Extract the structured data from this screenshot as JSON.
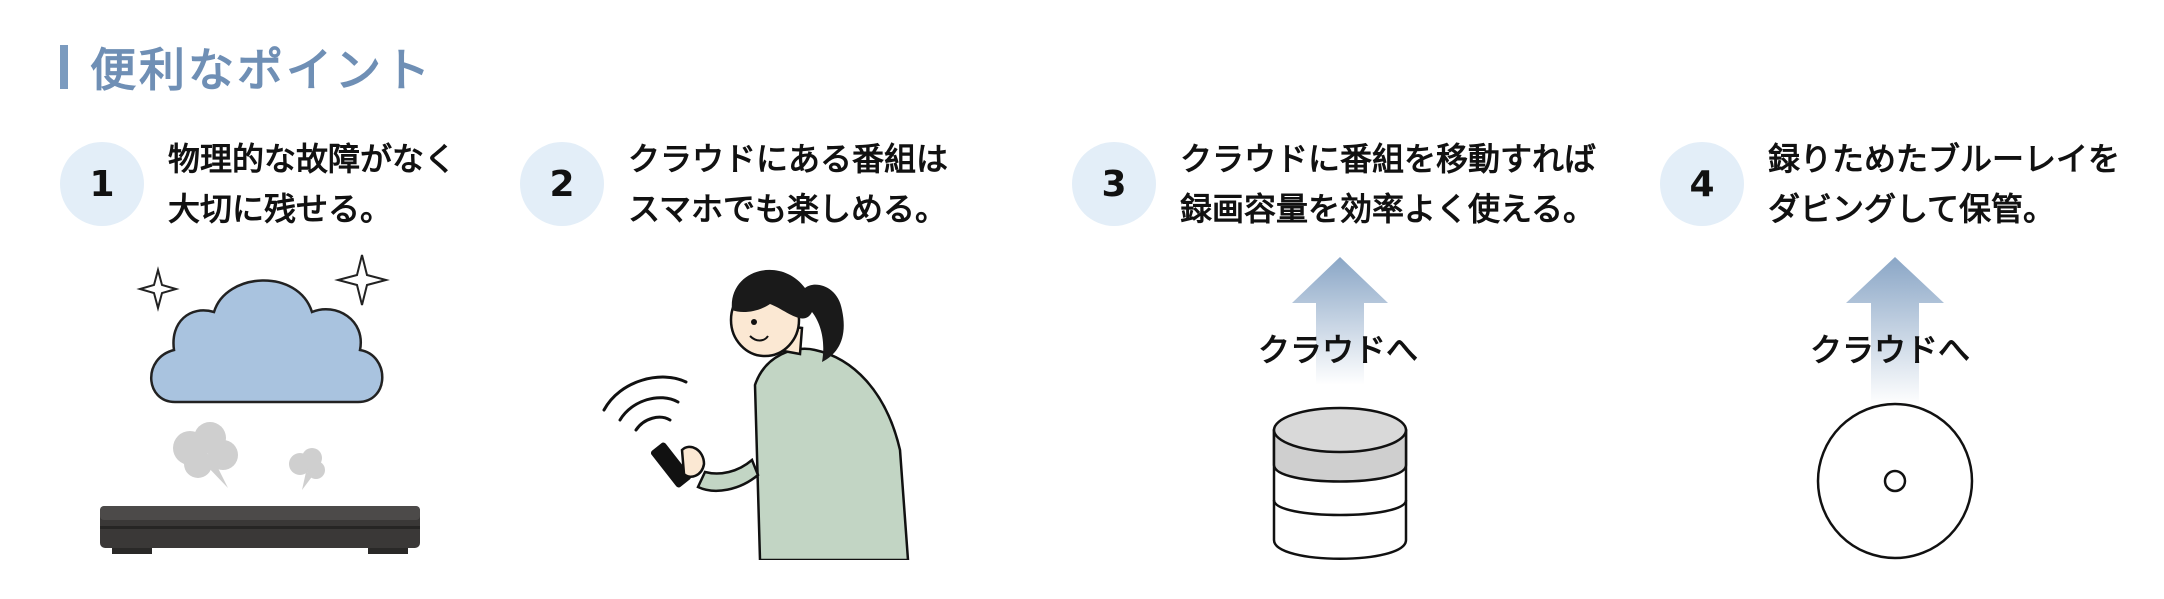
{
  "section_title": "便利なポイント",
  "points": [
    {
      "number": "1",
      "line1": "物理的な故障がなく",
      "line2": "大切に残せる。"
    },
    {
      "number": "2",
      "line1": "クラウドにある番組は",
      "line2": "スマホでも楽しめる。"
    },
    {
      "number": "3",
      "line1": "クラウドに番組を移動すれば",
      "line2": "録画容量を効率よく使える。"
    },
    {
      "number": "4",
      "line1": "録りためたブルーレイを",
      "line2": "ダビングして保管。"
    }
  ],
  "arrow_label_3": "クラウドへ",
  "arrow_label_4": "クラウドへ",
  "colors": {
    "accent": "#7b9bbf",
    "circle_bg": "#e3eef8",
    "cloud": "#a9c3df",
    "shirt": "#c2d5c4"
  }
}
